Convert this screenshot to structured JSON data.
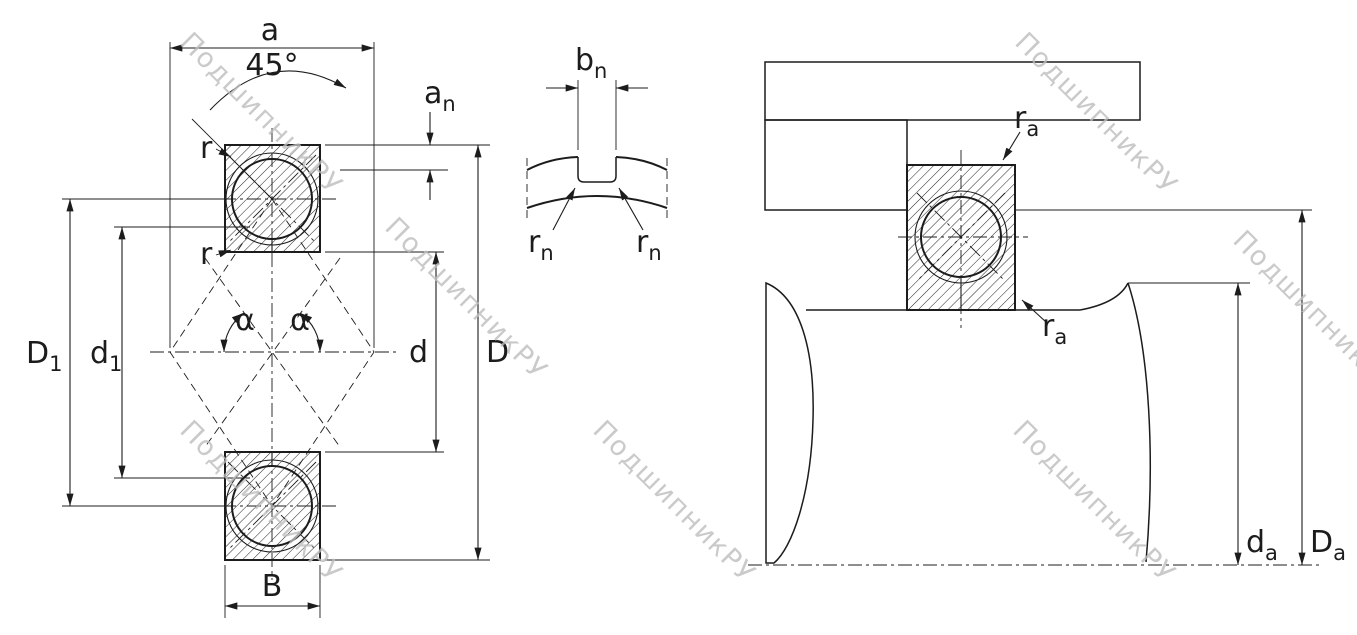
{
  "drawing": {
    "title": "Four-point contact ball bearing dimension drawing",
    "line_color": "#1c1c1c",
    "watermark": {
      "text": "ПодшипникРУ",
      "color": "#bdbdbd"
    },
    "left_view": {
      "a": "a",
      "angle_45": "45°",
      "a_n": {
        "base": "a",
        "sub": "n"
      },
      "r_upper": "r",
      "r_lower": "r",
      "alpha_left": "α",
      "alpha_right": "α",
      "D1": {
        "base": "D",
        "sub": "1"
      },
      "d1": {
        "base": "d",
        "sub": "1"
      },
      "d": "d",
      "D": "D",
      "B": "B"
    },
    "detail_view": {
      "b_n": {
        "base": "b",
        "sub": "n"
      },
      "r_n_left": {
        "base": "r",
        "sub": "n"
      },
      "r_n_right": {
        "base": "r",
        "sub": "n"
      }
    },
    "mounting_view": {
      "r_a_upper": {
        "base": "r",
        "sub": "a"
      },
      "r_a_lower": {
        "base": "r",
        "sub": "a"
      },
      "d_a": {
        "base": "d",
        "sub": "a"
      },
      "D_a": {
        "base": "D",
        "sub": "a"
      }
    }
  }
}
